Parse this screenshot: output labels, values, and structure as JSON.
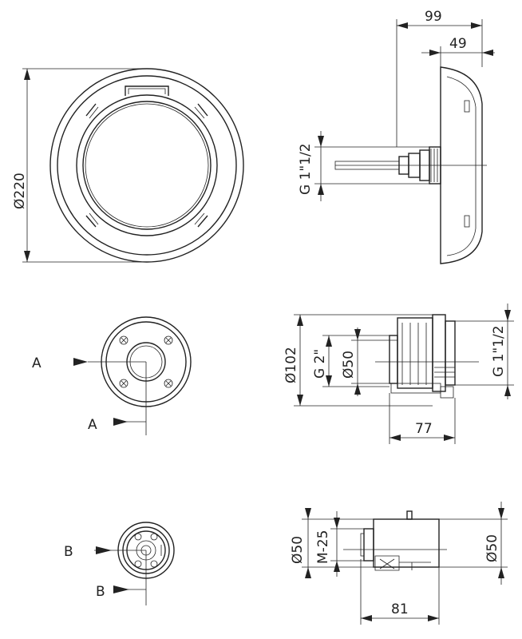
{
  "labels": {
    "d220": "Ø220",
    "w99": "99",
    "w49": "49",
    "g112_top": "G 1\"1/2",
    "a_left": "A",
    "a_bottom": "A",
    "d102": "Ø102",
    "g2": "G 2\"",
    "d50_mid": "Ø50",
    "g112_mid": "G 1\"1/2",
    "w77": "77",
    "b_left": "B",
    "b_bottom": "B",
    "d50_bot_left": "Ø50",
    "m25": "M-25",
    "d50_bot_right": "Ø50",
    "w81": "81"
  }
}
